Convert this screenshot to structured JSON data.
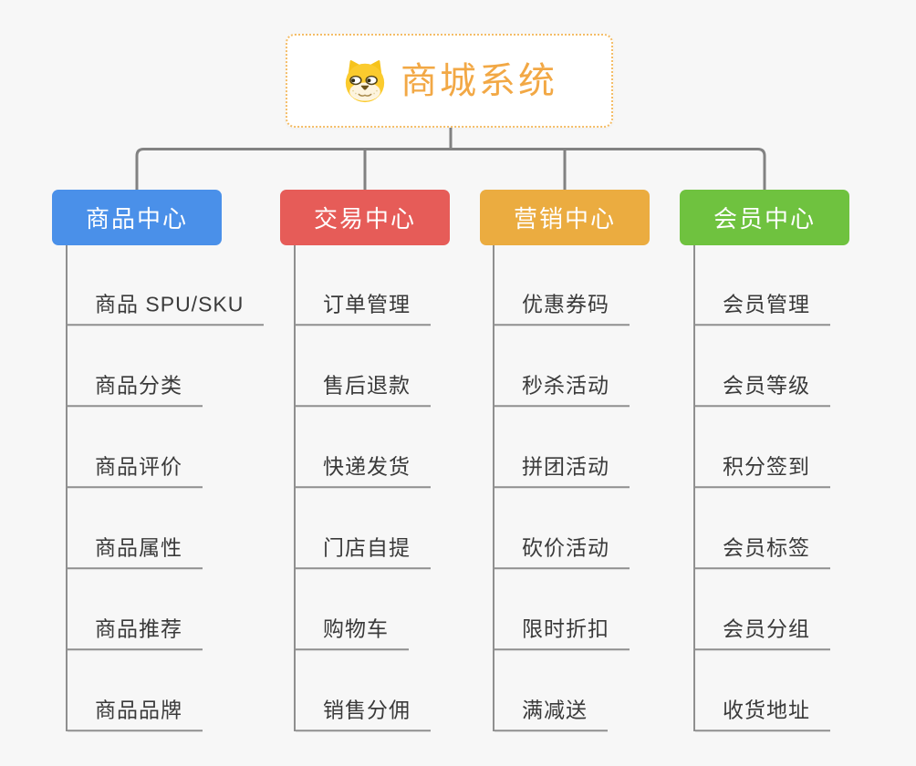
{
  "root": {
    "title": "商城系统",
    "icon": "doge-icon"
  },
  "branches": [
    {
      "label": "商品中心",
      "color": "#4A90E9",
      "items": [
        "商品 SPU/SKU",
        "商品分类",
        "商品评价",
        "商品属性",
        "商品推荐",
        "商品品牌"
      ]
    },
    {
      "label": "交易中心",
      "color": "#E65C58",
      "items": [
        "订单管理",
        "售后退款",
        "快递发货",
        "门店自提",
        "购物车",
        "销售分佣"
      ]
    },
    {
      "label": "营销中心",
      "color": "#EBAC40",
      "items": [
        "优惠券码",
        "秒杀活动",
        "拼团活动",
        "砍价活动",
        "限时折扣",
        "满减送"
      ]
    },
    {
      "label": "会员中心",
      "color": "#6FC23F",
      "items": [
        "会员管理",
        "会员等级",
        "积分签到",
        "会员标签",
        "会员分组",
        "收货地址"
      ]
    }
  ],
  "colors": {
    "background": "#F7F7F7",
    "connector_line": "#828282",
    "underline": "#8F8F8F",
    "root_border": "#F4BD67",
    "root_text": "#F2A845",
    "leaf_text": "#3A3A3A"
  }
}
